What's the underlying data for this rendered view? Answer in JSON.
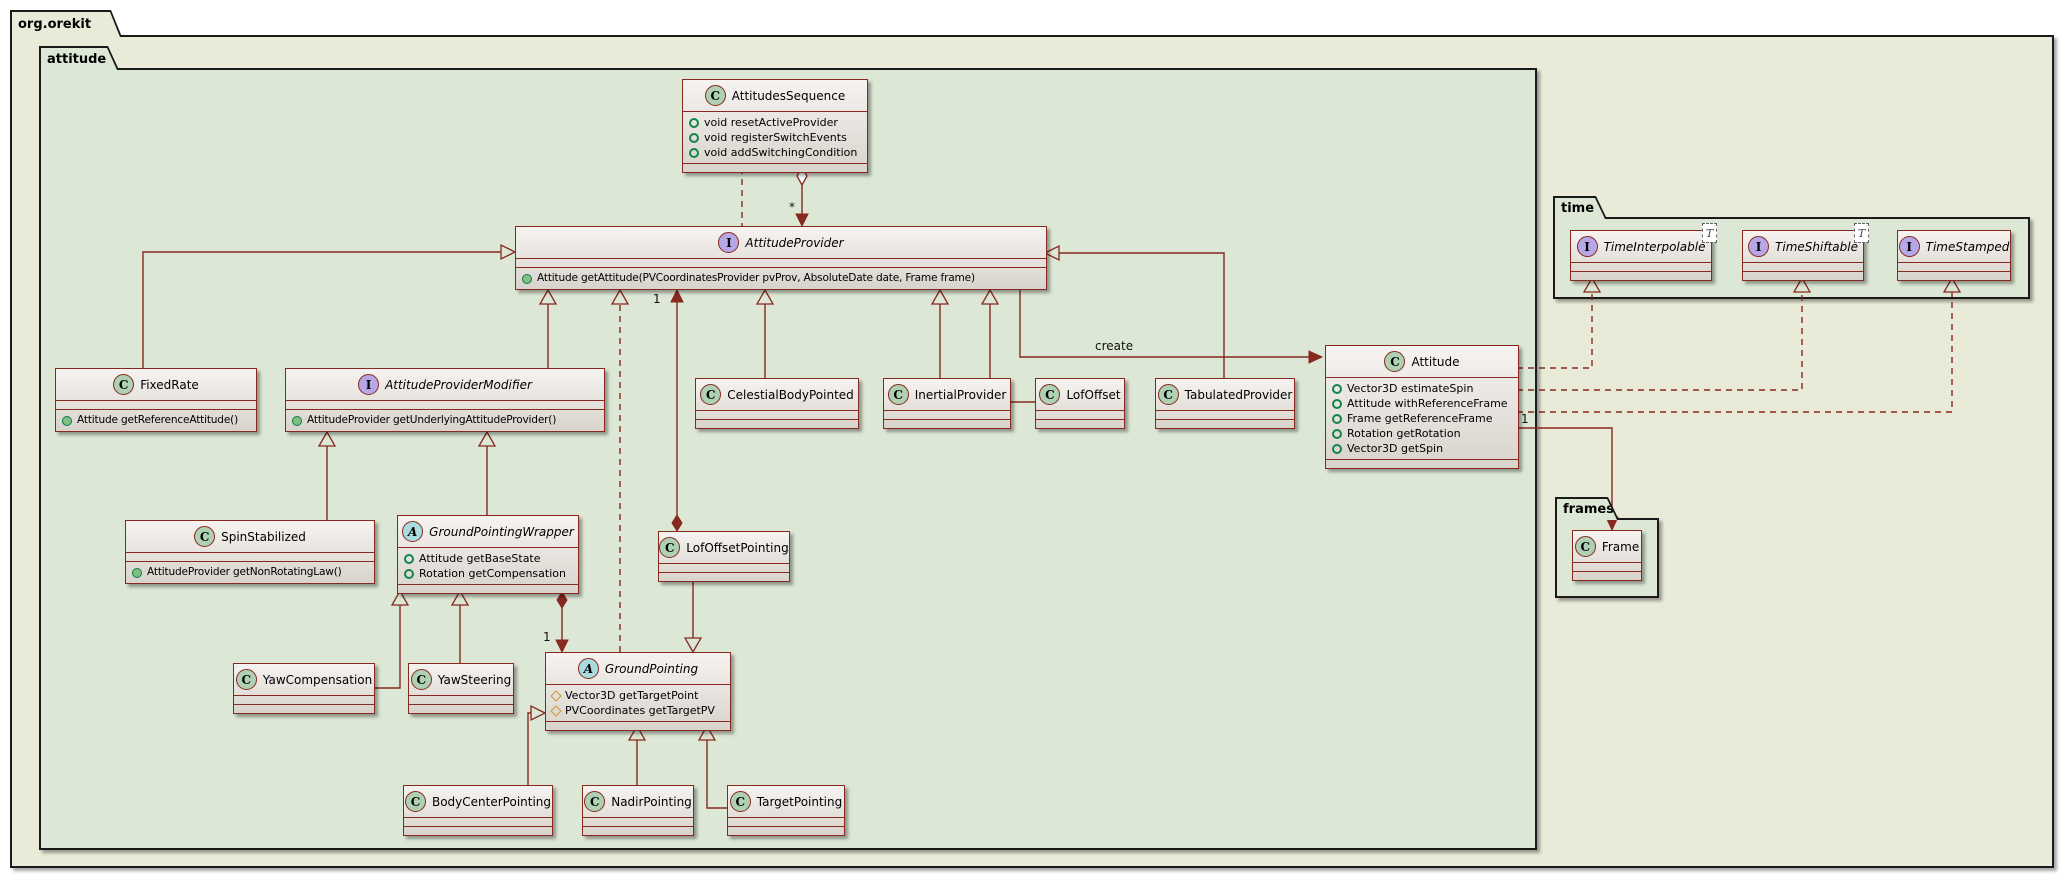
{
  "packages": {
    "root": "org.orekit",
    "attitude": "attitude",
    "time": "time",
    "frames": "frames"
  },
  "labels": {
    "create": "create",
    "star": "*",
    "one_lofoffsetpointing": "1",
    "one_groundpointing": "1",
    "one_frame": "1"
  },
  "generic": {
    "t": "T"
  },
  "colors": {
    "line": "#87291F",
    "class_border": "#87291F",
    "class_fill_top": "#F6F3F1",
    "class_fill_bottom": "#D8D3CC",
    "green_package": "#DCE7D5",
    "beige_package": "#EAEAD8",
    "class_icon": "#ADD1B2",
    "interface_icon": "#B6A8E6",
    "abstract_icon": "#A9DCDF"
  },
  "classes": {
    "attitudesSequence": {
      "kind": "C",
      "name": "AttitudesSequence",
      "fields": [
        "void resetActiveProvider",
        "void registerSwitchEvents",
        "void addSwitchingCondition"
      ]
    },
    "attitudeProvider": {
      "kind": "I",
      "name": "AttitudeProvider",
      "methods": [
        "Attitude getAttitude(PVCoordinatesProvider pvProv, AbsoluteDate date, Frame frame)"
      ]
    },
    "fixedRate": {
      "kind": "C",
      "name": "FixedRate",
      "methods": [
        "Attitude getReferenceAttitude()"
      ]
    },
    "attitudeProviderModifier": {
      "kind": "I",
      "name": "AttitudeProviderModifier",
      "methods": [
        "AttitudeProvider getUnderlyingAttitudeProvider()"
      ]
    },
    "celestialBodyPointed": {
      "kind": "C",
      "name": "CelestialBodyPointed"
    },
    "inertialProvider": {
      "kind": "C",
      "name": "InertialProvider"
    },
    "lofOffset": {
      "kind": "C",
      "name": "LofOffset"
    },
    "tabulatedProvider": {
      "kind": "C",
      "name": "TabulatedProvider"
    },
    "attitude": {
      "kind": "C",
      "name": "Attitude",
      "fields": [
        "Vector3D estimateSpin",
        "Attitude withReferenceFrame",
        "Frame getReferenceFrame",
        "Rotation getRotation",
        "Vector3D getSpin"
      ]
    },
    "spinStabilized": {
      "kind": "C",
      "name": "SpinStabilized",
      "methods": [
        "AttitudeProvider getNonRotatingLaw()"
      ]
    },
    "groundPointingWrapper": {
      "kind": "A",
      "name": "GroundPointingWrapper",
      "fields": [
        "Attitude getBaseState",
        "Rotation getCompensation"
      ]
    },
    "lofOffsetPointing": {
      "kind": "C",
      "name": "LofOffsetPointing"
    },
    "yawCompensation": {
      "kind": "C",
      "name": "YawCompensation"
    },
    "yawSteering": {
      "kind": "C",
      "name": "YawSteering"
    },
    "groundPointing": {
      "kind": "A",
      "name": "GroundPointing",
      "fields": [
        "Vector3D getTargetPoint",
        "PVCoordinates getTargetPV"
      ]
    },
    "bodyCenterPointing": {
      "kind": "C",
      "name": "BodyCenterPointing"
    },
    "nadirPointing": {
      "kind": "C",
      "name": "NadirPointing"
    },
    "targetPointing": {
      "kind": "C",
      "name": "TargetPointing"
    },
    "timeInterpolable": {
      "kind": "I",
      "name": "TimeInterpolable",
      "generic": "T"
    },
    "timeShiftable": {
      "kind": "I",
      "name": "TimeShiftable",
      "generic": "T"
    },
    "timeStamped": {
      "kind": "I",
      "name": "TimeStamped"
    },
    "frame": {
      "kind": "C",
      "name": "Frame"
    }
  }
}
